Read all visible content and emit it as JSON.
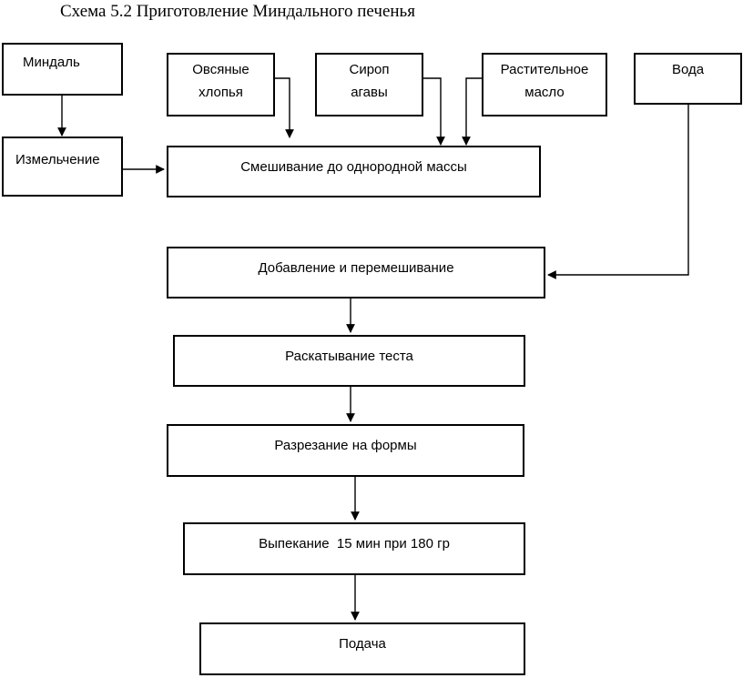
{
  "title": "Схема 5.2 Приготовление Миндального печенья",
  "nodes": {
    "almond": "Миндаль",
    "oat": "Овсяные\nхлопья",
    "syrup": "Сироп\nагавы",
    "oil": "Растительное\nмасло",
    "water": "Вода",
    "grinding": "Измельчение",
    "mixing": "Смешивание до однородной массы",
    "adding": "Добавление и перемешивание",
    "rolling": "Раскатывание теста",
    "cutting": "Разрезание на формы",
    "baking": "Выпекание  15 мин при 180 гр",
    "serving": "Подача"
  }
}
